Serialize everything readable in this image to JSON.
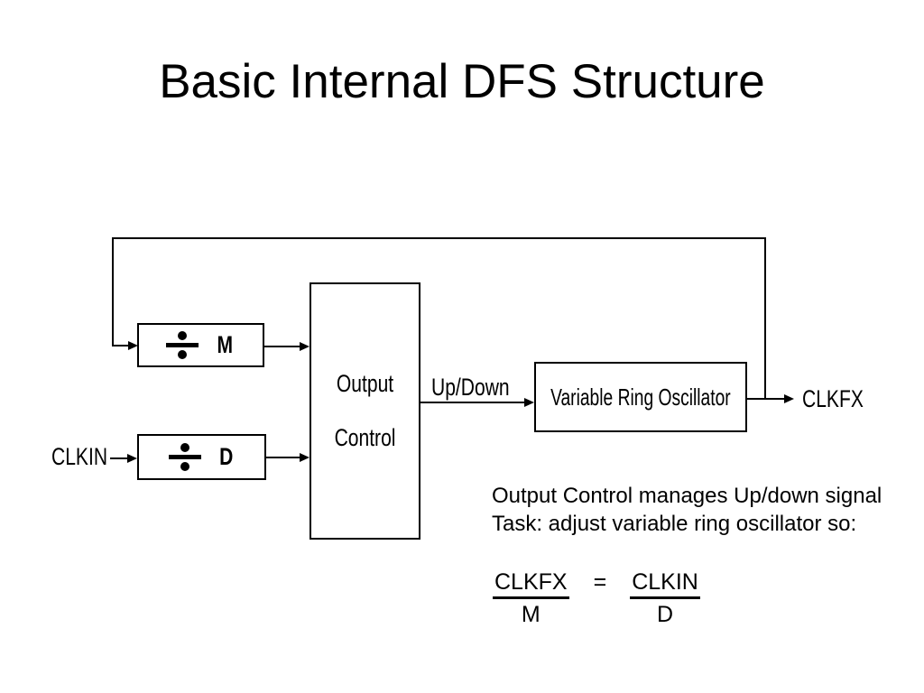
{
  "title": "Basic Internal DFS Structure",
  "diagram": {
    "divider_m": {
      "symbol": "÷",
      "label": "M"
    },
    "divider_d": {
      "symbol": "÷",
      "label": "D"
    },
    "output_control": {
      "line1": "Output",
      "line2": "Control"
    },
    "oscillator": {
      "label": "Variable Ring Oscillator"
    },
    "signals": {
      "clkin": "CLKIN",
      "updown": "Up/Down",
      "clkfx": "CLKFX"
    }
  },
  "notes": {
    "line1": "Output Control manages Up/down signal",
    "line2": "Task: adjust variable ring oscillator so:"
  },
  "formula": {
    "lhs_numerator": "CLKFX",
    "lhs_denominator": "M",
    "equals": "=",
    "rhs_numerator": "CLKIN",
    "rhs_denominator": "D"
  },
  "colors": {
    "ink": "#000000",
    "background": "#ffffff"
  }
}
